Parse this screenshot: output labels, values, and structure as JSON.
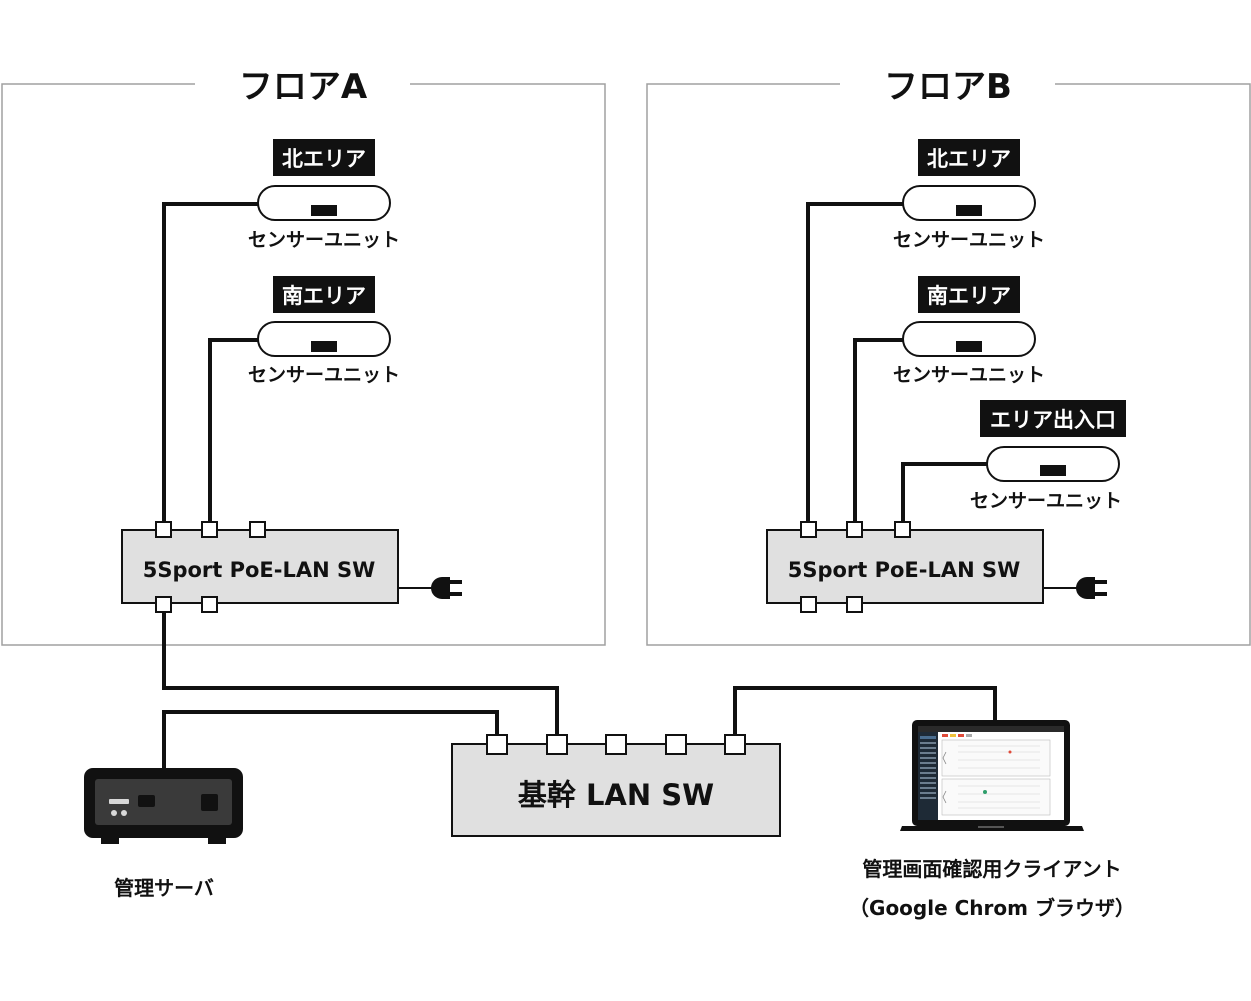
{
  "floor_a": {
    "title": "フロアA",
    "switch_label": "5Sport PoE-LAN SW",
    "sensors": [
      {
        "area": "北エリア",
        "unit": "センサーユニット"
      },
      {
        "area": "南エリア",
        "unit": "センサーユニット"
      }
    ]
  },
  "floor_b": {
    "title": "フロアB",
    "switch_label": "5Sport PoE-LAN SW",
    "sensors": [
      {
        "area": "北エリア",
        "unit": "センサーユニット"
      },
      {
        "area": "南エリア",
        "unit": "センサーユニット"
      },
      {
        "area": "エリア出入口",
        "unit": "センサーユニット"
      }
    ]
  },
  "core_switch": {
    "label": "基幹 LAN SW"
  },
  "server": {
    "label": "管理サーバ"
  },
  "client": {
    "label_line1": "管理画面確認用クライアント",
    "label_line2": "（Google Chrom ブラウザ）"
  },
  "colors": {
    "line": "#111111",
    "switch_fill": "#e0e0e0",
    "frame": "#a0a0a0",
    "label_bg": "#111111",
    "label_text": "#ffffff"
  }
}
